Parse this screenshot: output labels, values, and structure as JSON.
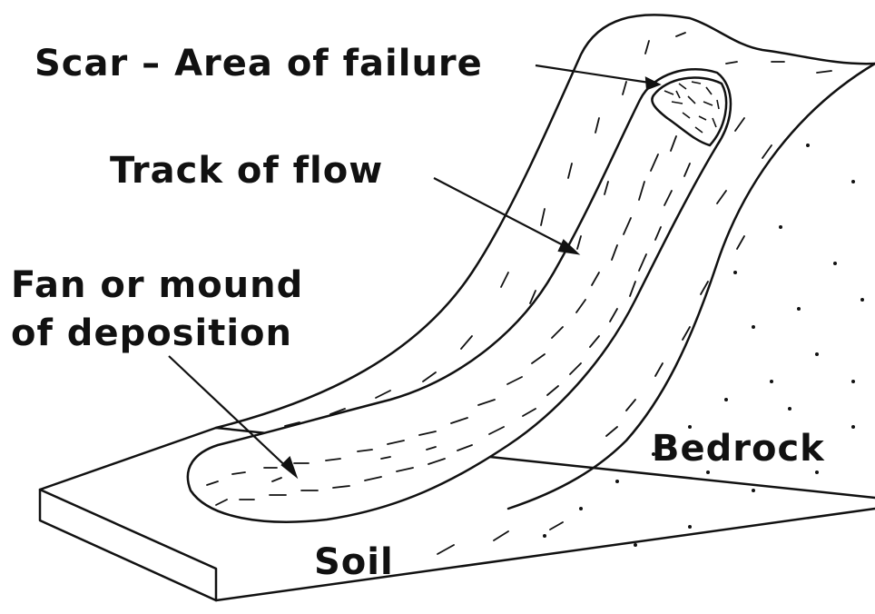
{
  "labels": {
    "scar": "Scar – Area of failure",
    "track": "Track of flow",
    "fan_line1": "Fan or mound",
    "fan_line2": "of deposition",
    "bedrock": "Bedrock",
    "soil": "Soil"
  },
  "colors": {
    "ink": "#111111",
    "background": "#ffffff"
  }
}
